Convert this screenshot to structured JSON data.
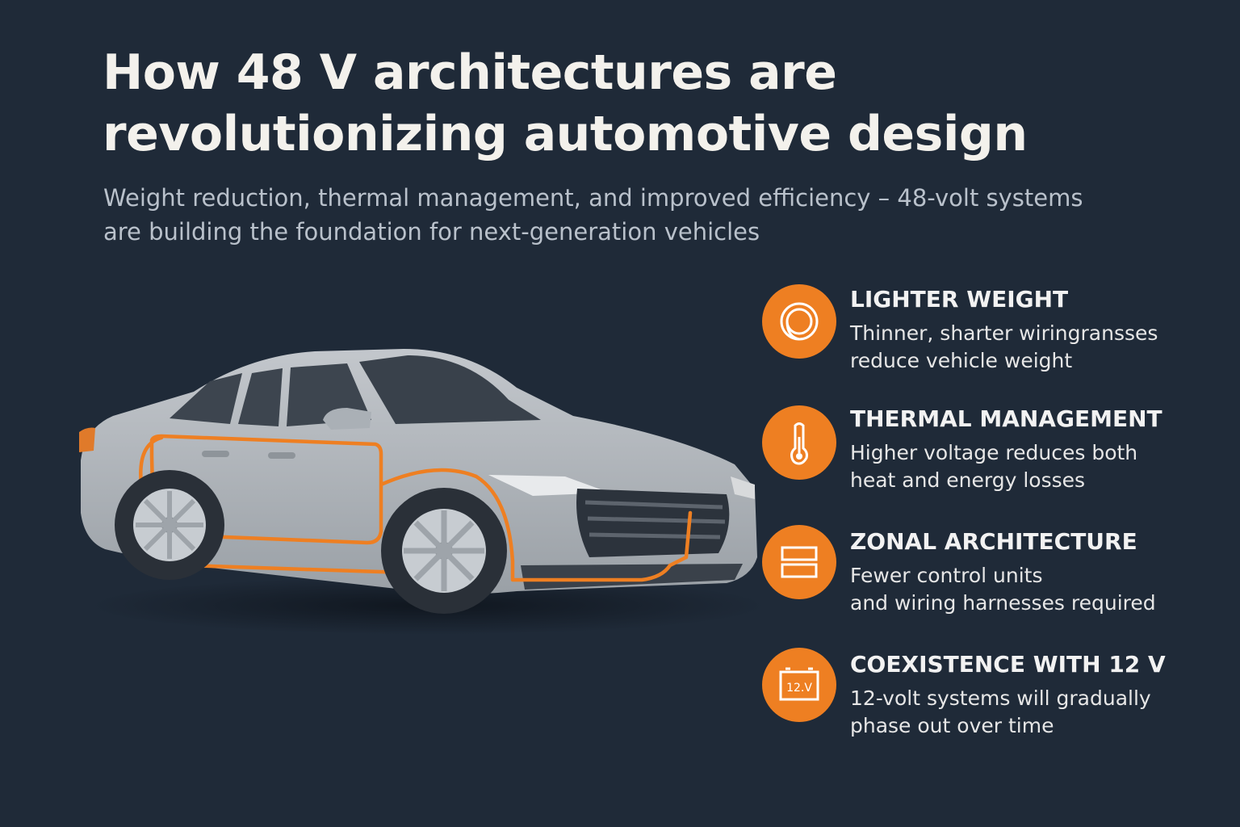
{
  "header": {
    "title": "How 48 V architectures are revolutionizing automotive design",
    "subtitle": "Weight reduction, thermal management, and improved efficiency – 48-volt systems are building the foundation for next-generation vehicles"
  },
  "features": [
    {
      "title": "LIGHTER WEIGHT",
      "description": "Thinner, sharter wiringransses\nreduce vehicle weight",
      "icon": "wire-coil-icon"
    },
    {
      "title": "THERMAL MANAGEMENT",
      "description": "Higher voltage reduces both\nheat and energy losses",
      "icon": "thermometer-icon"
    },
    {
      "title": "ZONAL ARCHITECTURE",
      "description": "Fewer control units\nand wiring harnesses required",
      "icon": "zones-icon"
    },
    {
      "title": "COEXISTENCE WITH 12 V",
      "description": "12-volt systems will gradually\nphase out over time",
      "icon": "battery-12v-icon",
      "icon_label": "12.V"
    }
  ],
  "colors": {
    "background": "#1f2a38",
    "accent": "#ee7f22",
    "car_body": "#b4b9bf",
    "wiring": "#ee7f22"
  }
}
